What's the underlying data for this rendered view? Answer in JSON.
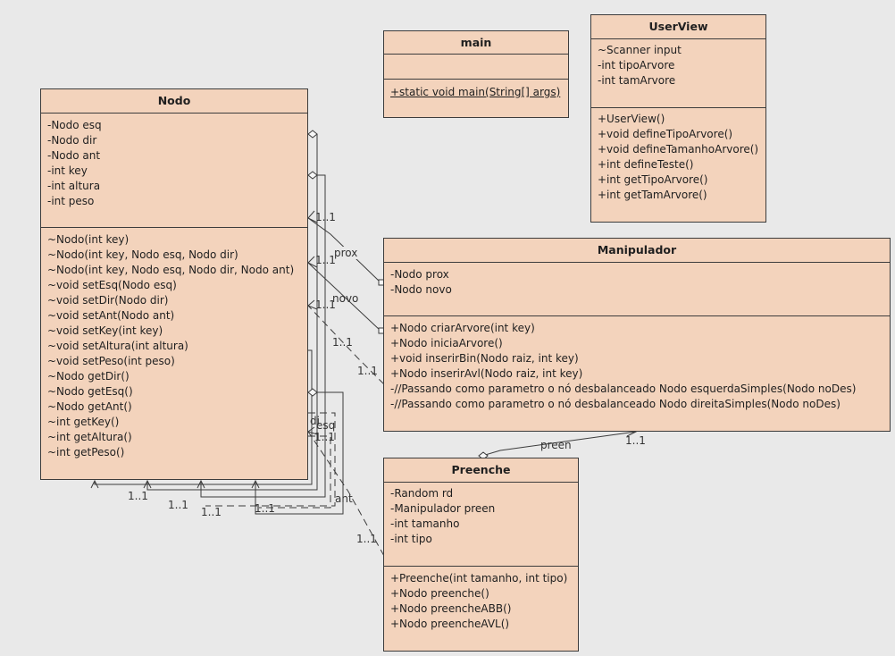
{
  "colors": {
    "class_fill": "#f3d3bc",
    "border": "#3c3c3c",
    "background": "#e9e9e9"
  },
  "classes": {
    "main": {
      "name": "main",
      "attributes": [],
      "operations": [
        "+static void main(String[] args)"
      ]
    },
    "userview": {
      "name": "UserView",
      "attributes": [
        "~Scanner input",
        "-int tipoArvore",
        "-int tamArvore"
      ],
      "operations": [
        "+UserView()",
        "+void defineTipoArvore()",
        "+void defineTamanhoArvore()",
        "+int defineTeste()",
        "+int getTipoArvore()",
        "+int getTamArvore()"
      ]
    },
    "nodo": {
      "name": "Nodo",
      "attributes": [
        "-Nodo esq",
        "-Nodo dir",
        "-Nodo ant",
        "-int key",
        "-int altura",
        "-int peso"
      ],
      "operations": [
        "~Nodo(int key)",
        "~Nodo(int key, Nodo esq, Nodo dir)",
        "~Nodo(int key, Nodo esq, Nodo dir, Nodo ant)",
        "~void setEsq(Nodo esq)",
        "~void setDir(Nodo dir)",
        "~void setAnt(Nodo ant)",
        "~void setKey(int key)",
        "~void setAltura(int altura)",
        "~void setPeso(int peso)",
        "~Nodo getDir()",
        "~Nodo getEsq()",
        "~Nodo getAnt()",
        "~int getKey()",
        "~int getAltura()",
        "~int getPeso()"
      ]
    },
    "manipulador": {
      "name": "Manipulador",
      "attributes": [
        "-Nodo prox",
        "-Nodo novo"
      ],
      "operations": [
        "+Nodo criarArvore(int key)",
        "+Nodo iniciaArvore()",
        "+void inserirBin(Nodo raiz, int key)",
        "+Nodo inserirAvl(Nodo raiz, int key)",
        "-//Passando como parametro o nó desbalanceado Nodo esquerdaSimples(Nodo noDes)",
        "-//Passando como parametro o nó desbalanceado Nodo direitaSimples(Nodo noDes)"
      ]
    },
    "preenche": {
      "name": "Preenche",
      "attributes": [
        "-Random rd",
        "-Manipulador preen",
        "-int tamanho",
        "-int tipo"
      ],
      "operations": [
        "+Preenche(int tamanho, int tipo)",
        "+Nodo preenche()",
        "+Nodo preencheABB()",
        "+Nodo preencheAVL()"
      ]
    }
  },
  "labels": {
    "prox": "prox",
    "novo": "novo",
    "esq": "esq",
    "dir": "di",
    "ant": "ant",
    "preen": "preen",
    "m1": "1..1",
    "m2": "1..1",
    "m3": "1..1",
    "m4": "1..1",
    "m5": "1..1",
    "m6": "1..1",
    "m7": "1..1",
    "m8": "1..1",
    "m9": "1..1",
    "m10": "1..1",
    "m11": "1..1",
    "m12": "1..1",
    "m13": "1..1"
  }
}
